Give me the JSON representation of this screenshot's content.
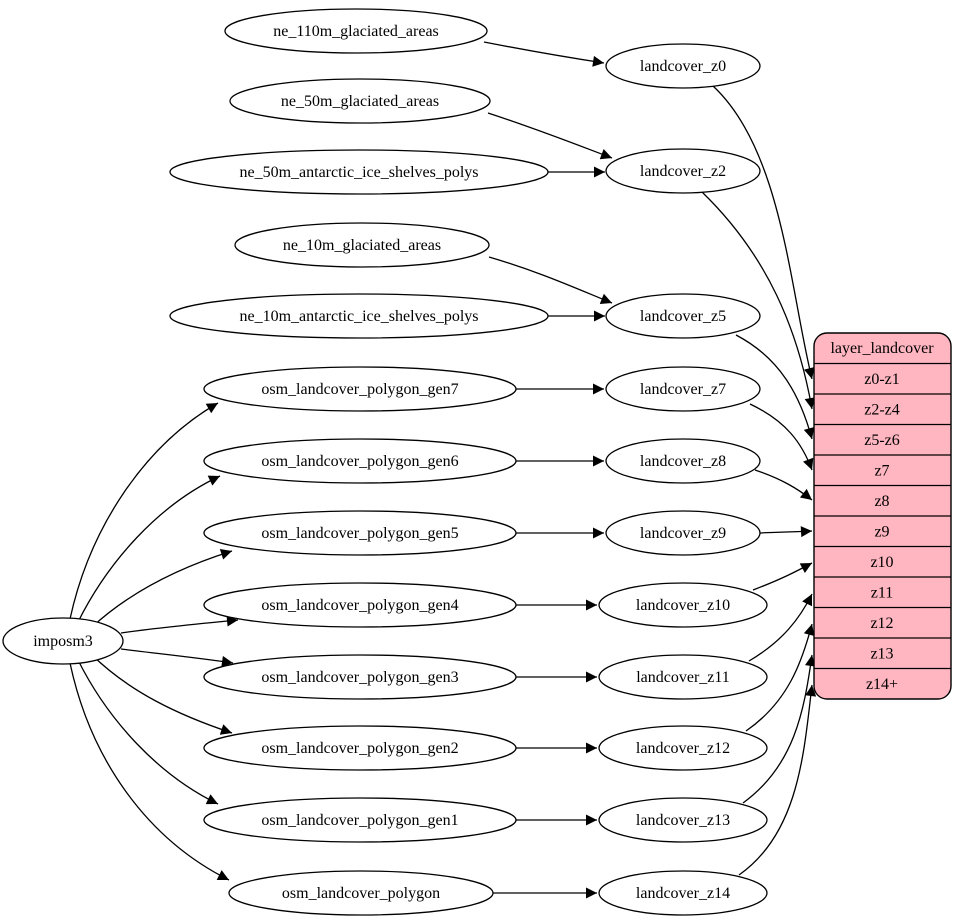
{
  "diagram": {
    "kind": "graphviz-flow",
    "background_color": "#ffffff",
    "node_fill_color": "#ffffff",
    "node_stroke_color": "#000000",
    "edge_color": "#000000",
    "table_fill_color": "#ffb6c1"
  },
  "importer": {
    "label": "imposm3"
  },
  "sources": [
    {
      "label": "ne_110m_glaciated_areas"
    },
    {
      "label": "ne_50m_glaciated_areas"
    },
    {
      "label": "ne_50m_antarctic_ice_shelves_polys"
    },
    {
      "label": "ne_10m_glaciated_areas"
    },
    {
      "label": "ne_10m_antarctic_ice_shelves_polys"
    },
    {
      "label": "osm_landcover_polygon_gen7"
    },
    {
      "label": "osm_landcover_polygon_gen6"
    },
    {
      "label": "osm_landcover_polygon_gen5"
    },
    {
      "label": "osm_landcover_polygon_gen4"
    },
    {
      "label": "osm_landcover_polygon_gen3"
    },
    {
      "label": "osm_landcover_polygon_gen2"
    },
    {
      "label": "osm_landcover_polygon_gen1"
    },
    {
      "label": "osm_landcover_polygon"
    }
  ],
  "layers": [
    {
      "label": "landcover_z0"
    },
    {
      "label": "landcover_z2"
    },
    {
      "label": "landcover_z5"
    },
    {
      "label": "landcover_z7"
    },
    {
      "label": "landcover_z8"
    },
    {
      "label": "landcover_z9"
    },
    {
      "label": "landcover_z10"
    },
    {
      "label": "landcover_z11"
    },
    {
      "label": "landcover_z12"
    },
    {
      "label": "landcover_z13"
    },
    {
      "label": "landcover_z14"
    }
  ],
  "table": {
    "title": "layer_landcover",
    "rows": [
      {
        "label": "z0-z1"
      },
      {
        "label": "z2-z4"
      },
      {
        "label": "z5-z6"
      },
      {
        "label": "z7"
      },
      {
        "label": "z8"
      },
      {
        "label": "z9"
      },
      {
        "label": "z10"
      },
      {
        "label": "z11"
      },
      {
        "label": "z12"
      },
      {
        "label": "z13"
      },
      {
        "label": "z14+"
      }
    ]
  },
  "edges": [
    {
      "from": "imposm3",
      "to": "osm_landcover_polygon_gen7"
    },
    {
      "from": "imposm3",
      "to": "osm_landcover_polygon_gen6"
    },
    {
      "from": "imposm3",
      "to": "osm_landcover_polygon_gen5"
    },
    {
      "from": "imposm3",
      "to": "osm_landcover_polygon_gen4"
    },
    {
      "from": "imposm3",
      "to": "osm_landcover_polygon_gen3"
    },
    {
      "from": "imposm3",
      "to": "osm_landcover_polygon_gen2"
    },
    {
      "from": "imposm3",
      "to": "osm_landcover_polygon_gen1"
    },
    {
      "from": "imposm3",
      "to": "osm_landcover_polygon"
    },
    {
      "from": "ne_110m_glaciated_areas",
      "to": "landcover_z0"
    },
    {
      "from": "ne_50m_glaciated_areas",
      "to": "landcover_z2"
    },
    {
      "from": "ne_50m_antarctic_ice_shelves_polys",
      "to": "landcover_z2"
    },
    {
      "from": "ne_10m_glaciated_areas",
      "to": "landcover_z5"
    },
    {
      "from": "ne_10m_antarctic_ice_shelves_polys",
      "to": "landcover_z5"
    },
    {
      "from": "osm_landcover_polygon_gen7",
      "to": "landcover_z7"
    },
    {
      "from": "osm_landcover_polygon_gen6",
      "to": "landcover_z8"
    },
    {
      "from": "osm_landcover_polygon_gen5",
      "to": "landcover_z9"
    },
    {
      "from": "osm_landcover_polygon_gen4",
      "to": "landcover_z10"
    },
    {
      "from": "osm_landcover_polygon_gen3",
      "to": "landcover_z11"
    },
    {
      "from": "osm_landcover_polygon_gen2",
      "to": "landcover_z12"
    },
    {
      "from": "osm_landcover_polygon_gen1",
      "to": "landcover_z13"
    },
    {
      "from": "osm_landcover_polygon",
      "to": "landcover_z14"
    },
    {
      "from": "landcover_z0",
      "to": "layer_landcover.z0-z1"
    },
    {
      "from": "landcover_z2",
      "to": "layer_landcover.z2-z4"
    },
    {
      "from": "landcover_z5",
      "to": "layer_landcover.z5-z6"
    },
    {
      "from": "landcover_z7",
      "to": "layer_landcover.z7"
    },
    {
      "from": "landcover_z8",
      "to": "layer_landcover.z8"
    },
    {
      "from": "landcover_z9",
      "to": "layer_landcover.z9"
    },
    {
      "from": "landcover_z10",
      "to": "layer_landcover.z10"
    },
    {
      "from": "landcover_z11",
      "to": "layer_landcover.z11"
    },
    {
      "from": "landcover_z12",
      "to": "layer_landcover.z12"
    },
    {
      "from": "landcover_z13",
      "to": "layer_landcover.z13"
    },
    {
      "from": "landcover_z14",
      "to": "layer_landcover.z14+"
    }
  ]
}
